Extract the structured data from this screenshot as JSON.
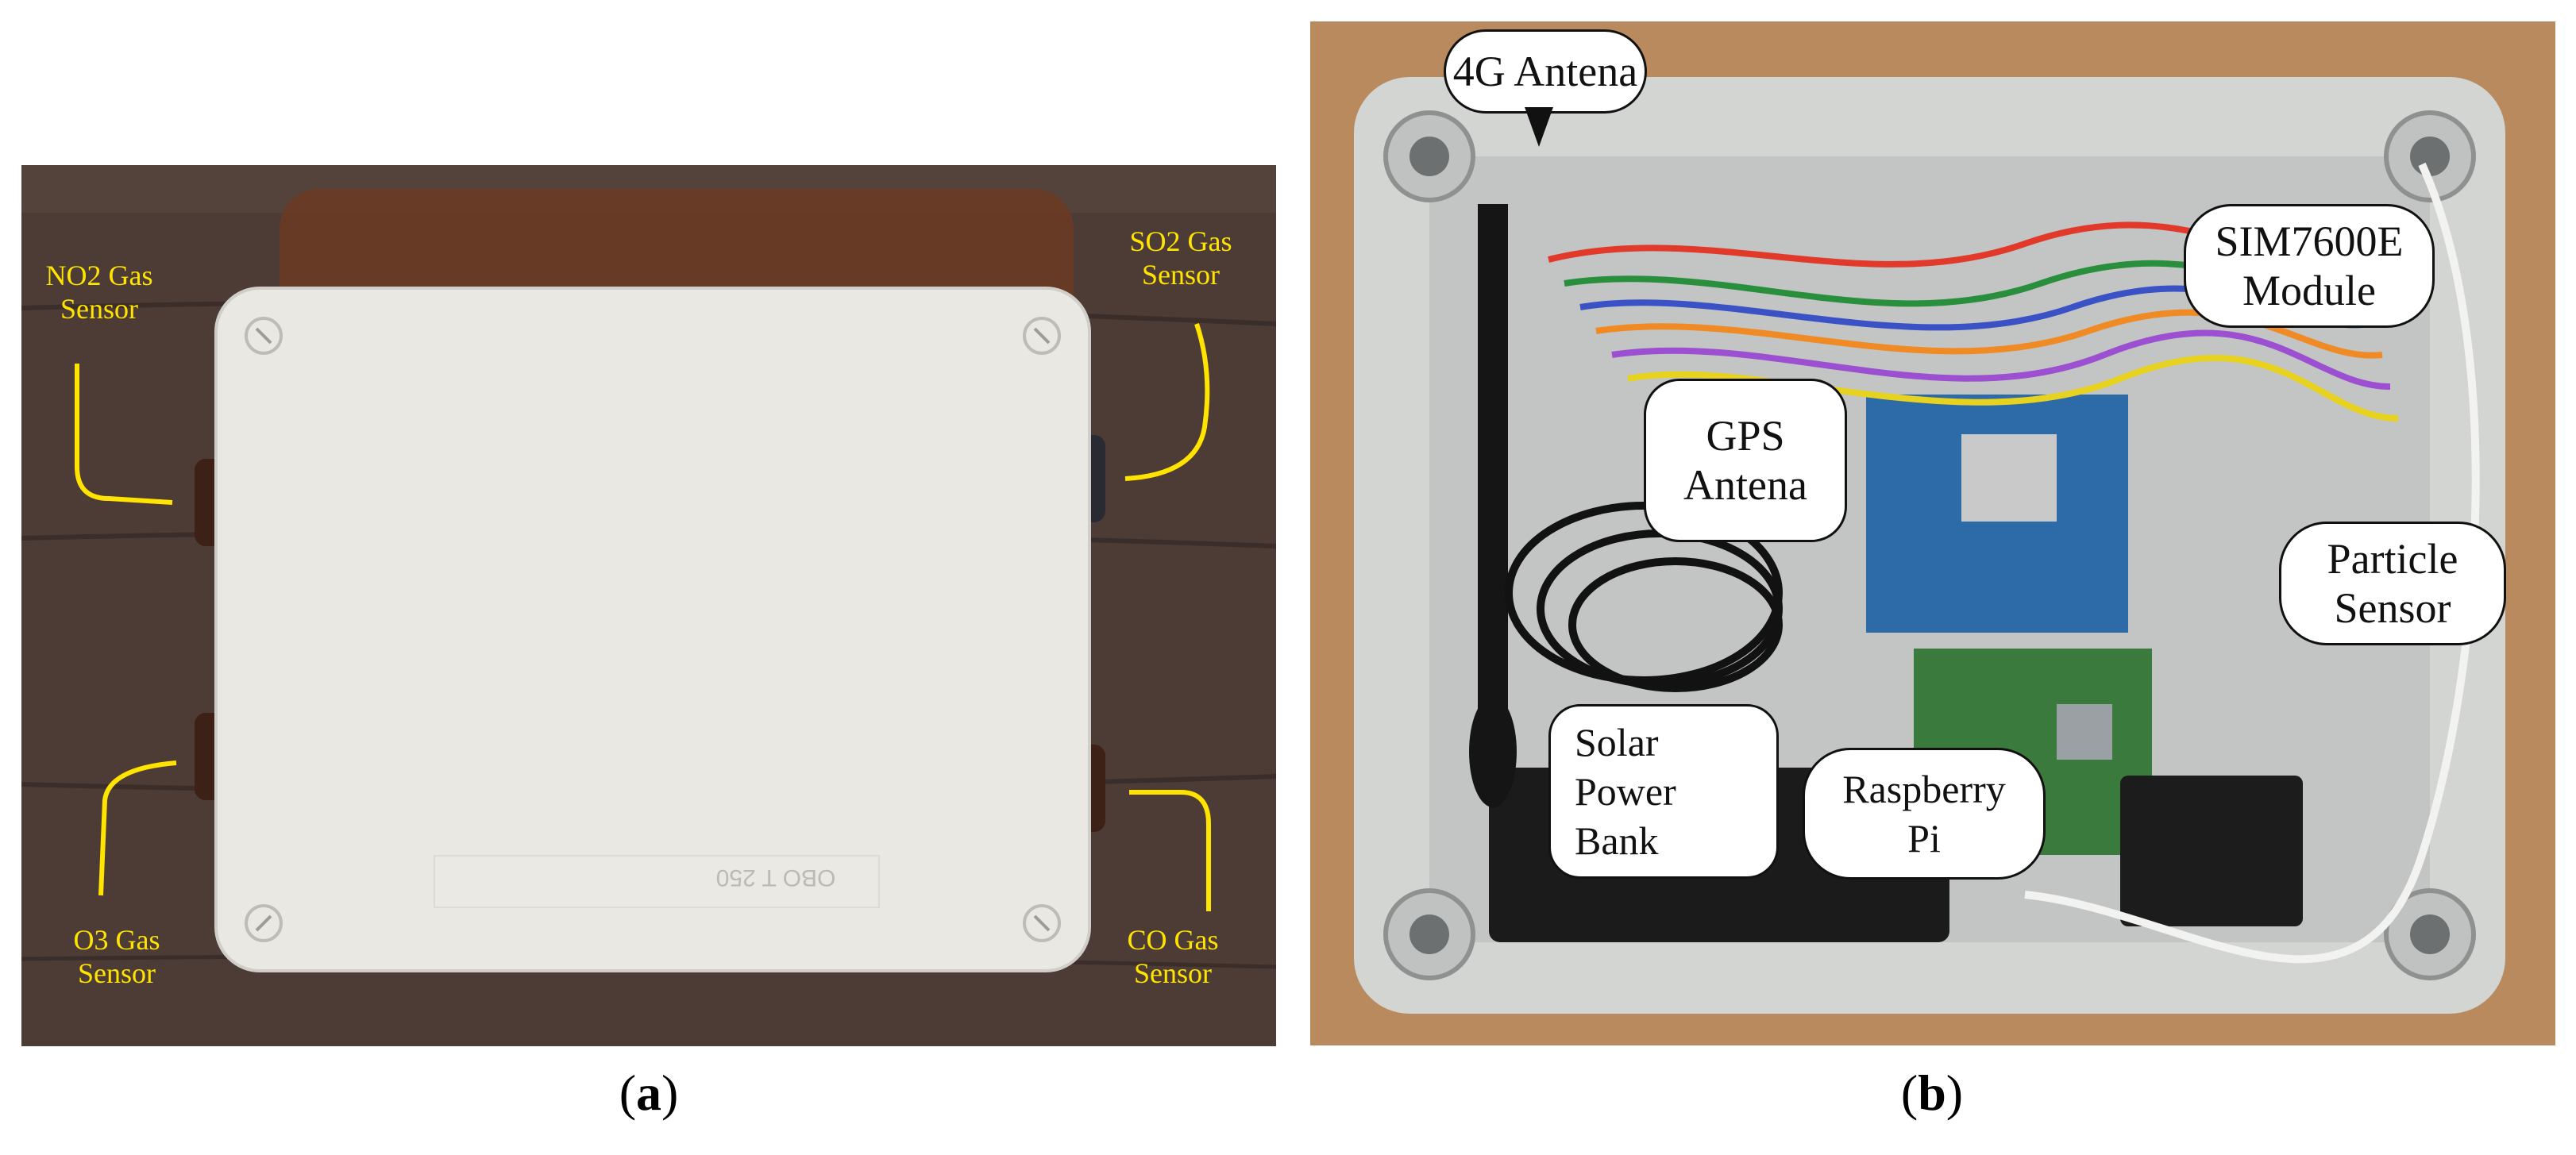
{
  "panel_a": {
    "caption_open": "(",
    "caption_letter": "a",
    "caption_close": ")",
    "labels": {
      "no2": "NO2 Gas\nSensor",
      "so2": "SO2 Gas\nSensor",
      "o3": "O3 Gas\nSensor",
      "co": "CO Gas\nSensor"
    },
    "box_marking": "OBO  T 250"
  },
  "panel_b": {
    "caption_open": "(",
    "caption_letter": "b",
    "caption_close": ")",
    "callouts": {
      "antenna_4g": "4G Antena",
      "sim_module": "SIM7600E\nModule",
      "gps_antenna": "GPS\nAntena",
      "particle_sensor": "Particle\nSensor",
      "solar_power_bank": "Solar\nPower\nBank",
      "raspberry_pi": "Raspberry\nPi"
    }
  },
  "colors": {
    "annotation_yellow": "#ffe400",
    "wood_dark": "#4a3a34",
    "box_white": "#e9e8e2",
    "table_wood": "#b78659",
    "enclosure_gray": "#d4d6d4"
  }
}
